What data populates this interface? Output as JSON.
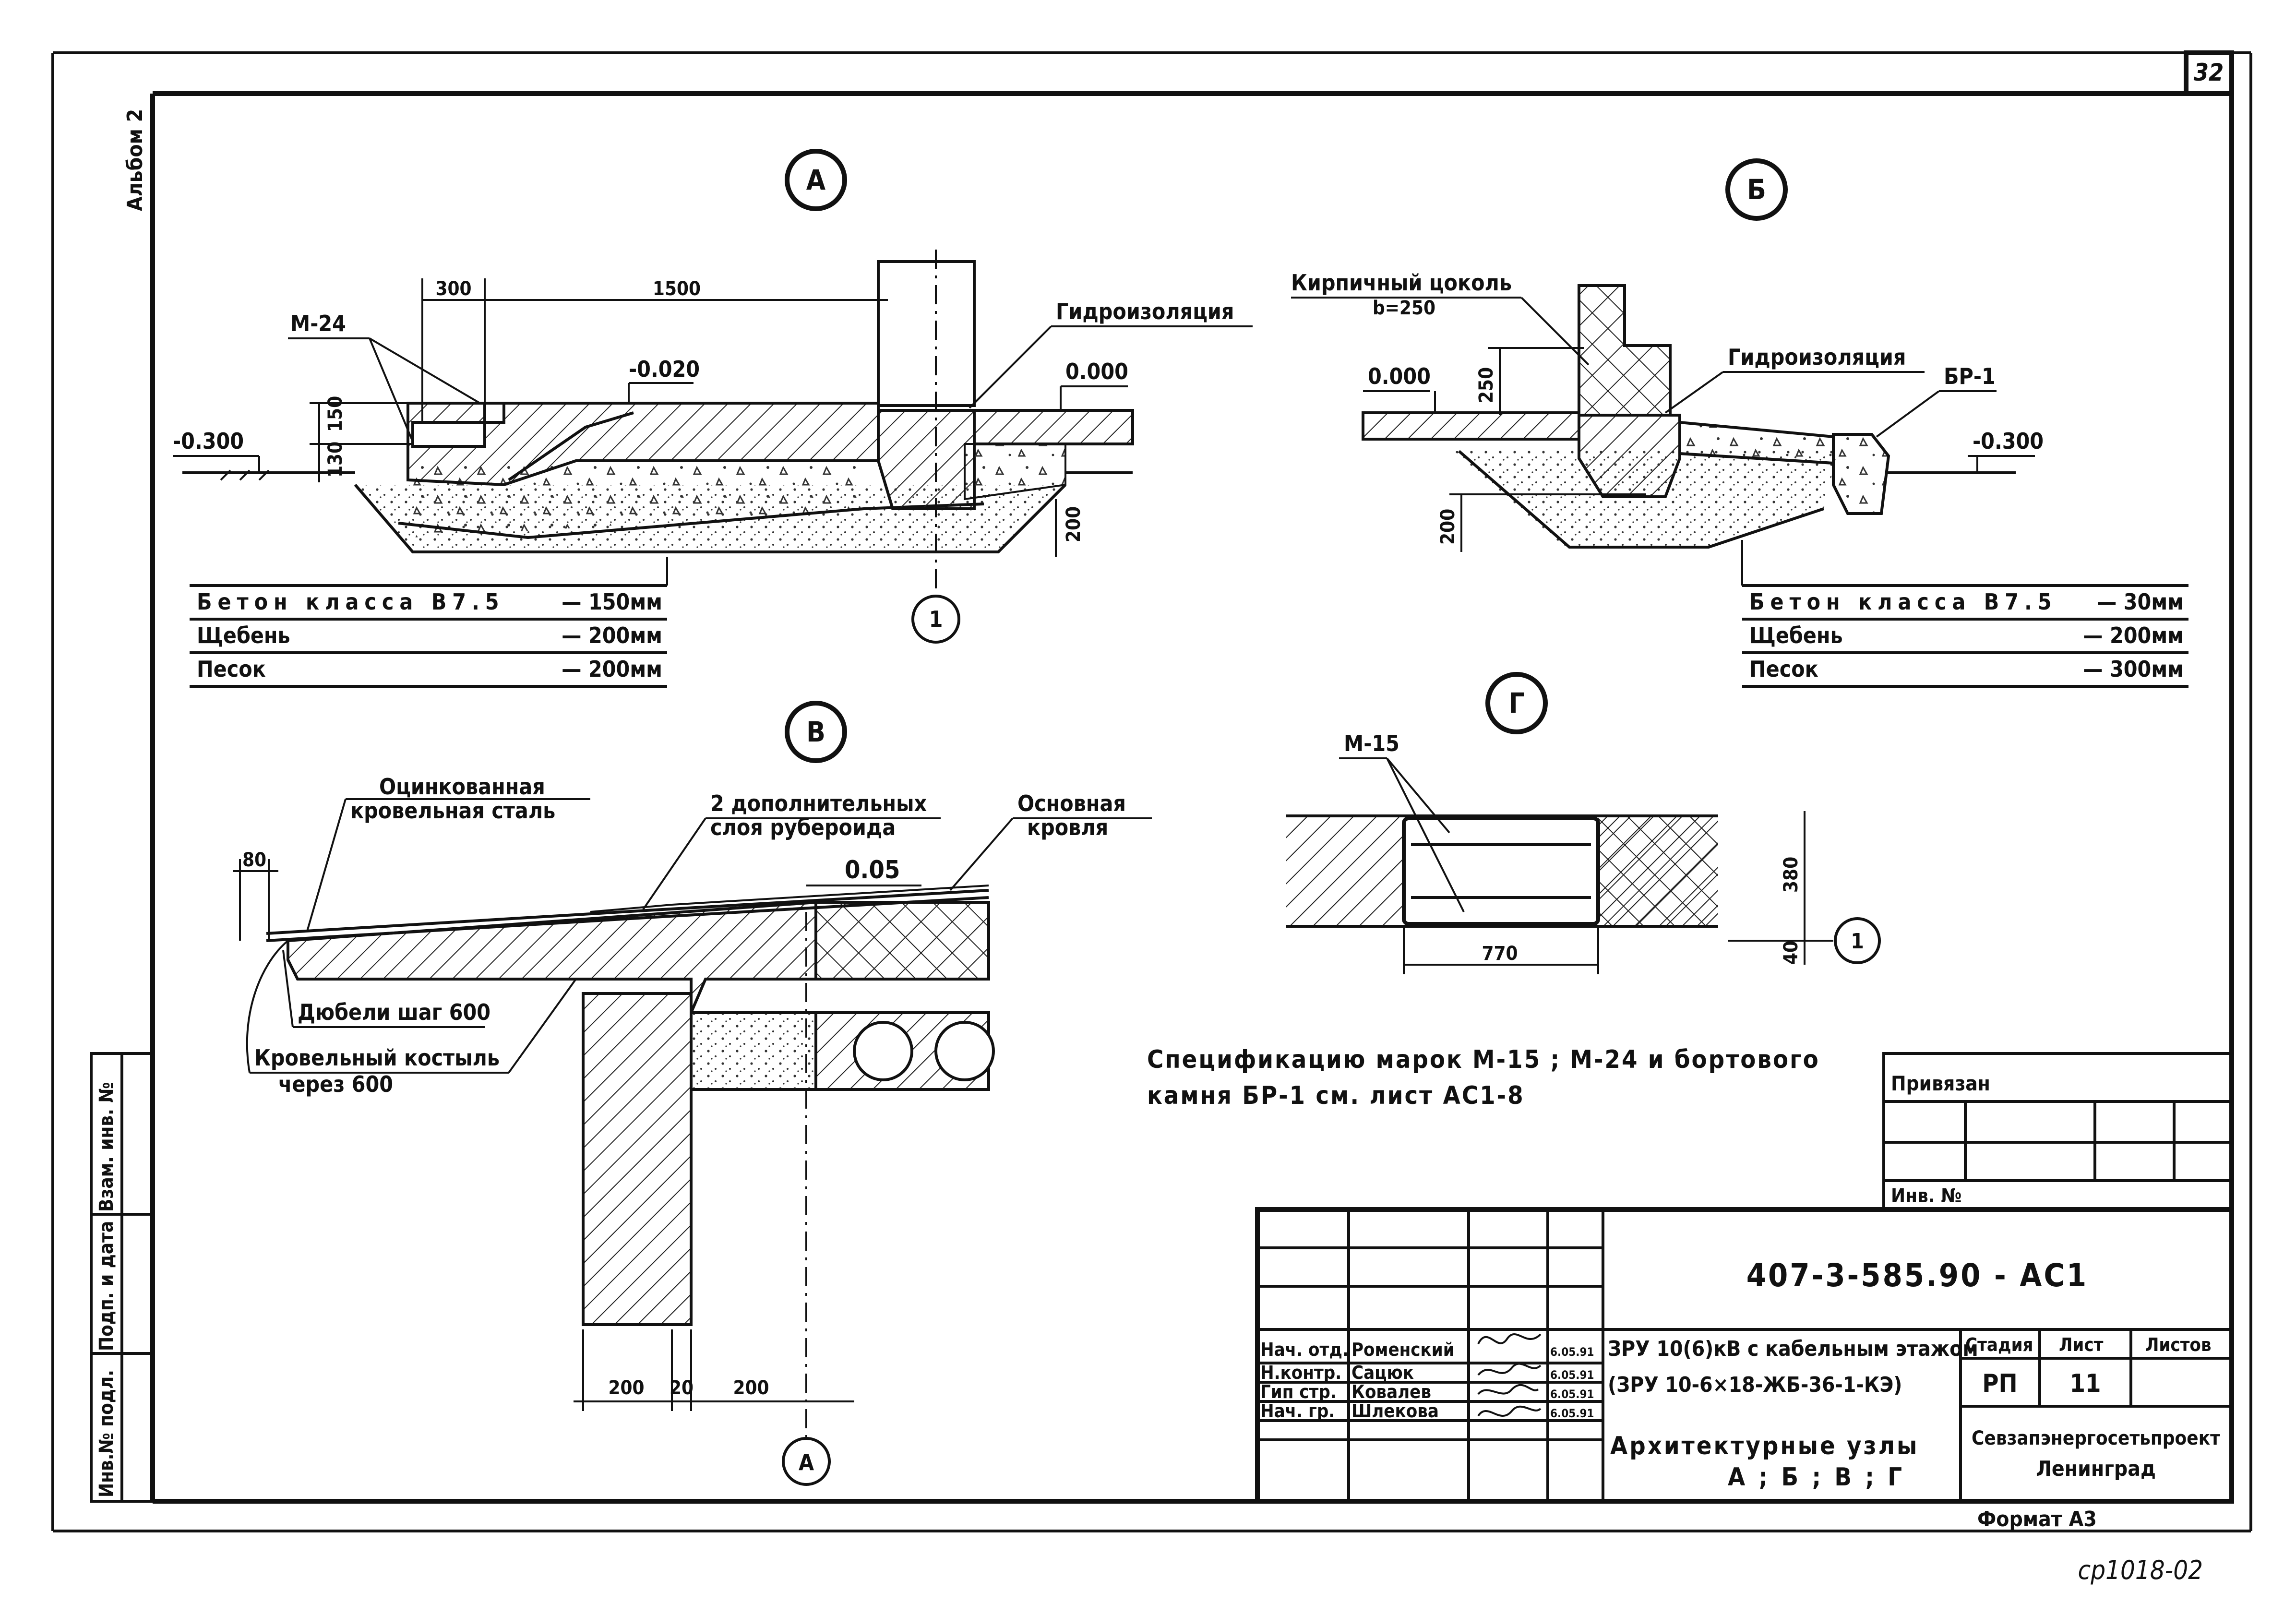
{
  "sheet": {
    "page_number": "32",
    "album_label": "Альбом 2",
    "footer_code": "ср1018-02",
    "format": "Формат А3"
  },
  "side_stamp": {
    "cells": [
      "Инв.№ подл.",
      "Подп. и дата",
      "Взам. инв. №"
    ]
  },
  "detail_a": {
    "marker": "А",
    "labels": {
      "m24": "М-24",
      "waterproofing": "Гидроизоляция",
      "elev_minus_020": "-0.020",
      "elev_zero": "0.000",
      "elev_minus_300": "-0.300",
      "axis": "1"
    },
    "dims": {
      "d300": "300",
      "d1500": "1500",
      "d150": "150",
      "d130": "130",
      "d200": "200"
    },
    "layers": [
      {
        "name": "Бетон класса В7.5",
        "value": "— 150мм"
      },
      {
        "name": "Щебень",
        "value": "— 200мм"
      },
      {
        "name": "Песок",
        "value": "— 200мм"
      }
    ]
  },
  "detail_b": {
    "marker": "Б",
    "labels": {
      "brick_plinth": "Кирпичный цоколь",
      "brick_b": "b=250",
      "waterproofing": "Гидроизоляция",
      "br1": "БР-1",
      "elev_zero": "0.000",
      "elev_minus_300": "-0.300"
    },
    "dims": {
      "d250": "250",
      "d200": "200"
    },
    "layers": [
      {
        "name": "Бетон класса В7.5",
        "value": "— 30мм"
      },
      {
        "name": "Щебень",
        "value": "— 200мм"
      },
      {
        "name": "Песок",
        "value": "— 300мм"
      }
    ]
  },
  "detail_v": {
    "marker": "В",
    "labels": {
      "galvanized_1": "Оцинкованная",
      "galvanized_2": "кровельная сталь",
      "felt_1": "2 дополнительных",
      "felt_2": "слоя рубероида",
      "main_roof_1": "Основная",
      "main_roof_2": "кровля",
      "slope": "0.05",
      "dowels": "Дюбели шаг 600",
      "crutch_1": "Кровельный костыль",
      "crutch_2": "через 600",
      "axis": "А"
    },
    "dims": {
      "d80": "80",
      "d200a": "200",
      "d20": "20",
      "d200b": "200"
    }
  },
  "detail_g": {
    "marker": "Г",
    "labels": {
      "m15": "М-15",
      "axis": "1"
    },
    "dims": {
      "d770": "770",
      "d380": "380",
      "d40": "40"
    }
  },
  "note": {
    "line1": "Спецификацию марок М-15 ; М-24 и бортового",
    "line2": "камня БР-1 см. лист АС1-8"
  },
  "title_block": {
    "privyazan": "Привязан",
    "inv_no": "Инв. №",
    "doc_code": "407-3-585.90 - АС1",
    "roles": [
      {
        "role": "Нач. отд.",
        "name": "Роменский",
        "date": "6.05.91"
      },
      {
        "role": "Н.контр.",
        "name": "Сацюк",
        "date": "6.05.91"
      },
      {
        "role": "Гип стр.",
        "name": "Ковалев",
        "date": "6.05.91"
      },
      {
        "role": "Нач. гр.",
        "name": "Шлекова",
        "date": "6.05.91"
      }
    ],
    "project_1": "ЗРУ 10(6)кВ с кабельным этажом",
    "project_2": "(ЗРУ 10-6×18-ЖБ-36-1-КЭ)",
    "sheet_title_1": "Архитектурные  узлы",
    "sheet_title_2": "А ; Б ; В ; Г",
    "stage_h": "Стадия",
    "sheet_h": "Лист",
    "sheets_h": "Листов",
    "stage": "РП",
    "sheet_no": "11",
    "sheets_count": "",
    "org_1": "Севзапэнергосетьпроект",
    "org_2": "Ленинград"
  }
}
